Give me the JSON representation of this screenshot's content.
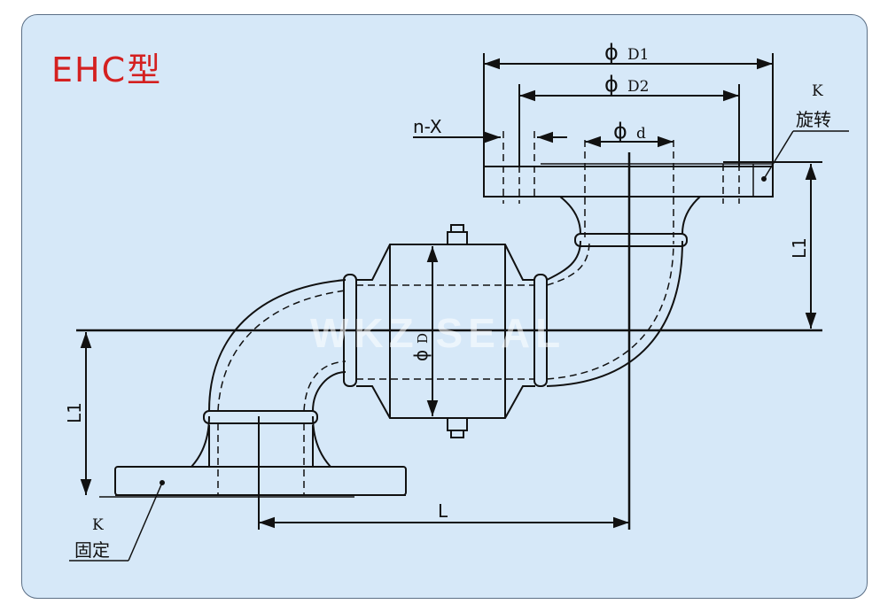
{
  "title": "EHC型",
  "watermark": "WKZ SEAL",
  "labels": {
    "dia_D1": "D1",
    "dia_D2": "D2",
    "dia_d": "d",
    "dia_D": "D",
    "phi": "ϕ",
    "bolt_holes": "n-X",
    "key_top": "K",
    "rotating": "旋转",
    "key_bottom": "K",
    "fixed": "固定",
    "length_L": "L",
    "length_L1_right": "L1",
    "length_L1_left": "L1"
  },
  "colors": {
    "panel_bg": "#d6e8f8",
    "title_red": "#d42020",
    "line": "#111111",
    "watermark": "#ffffff"
  }
}
